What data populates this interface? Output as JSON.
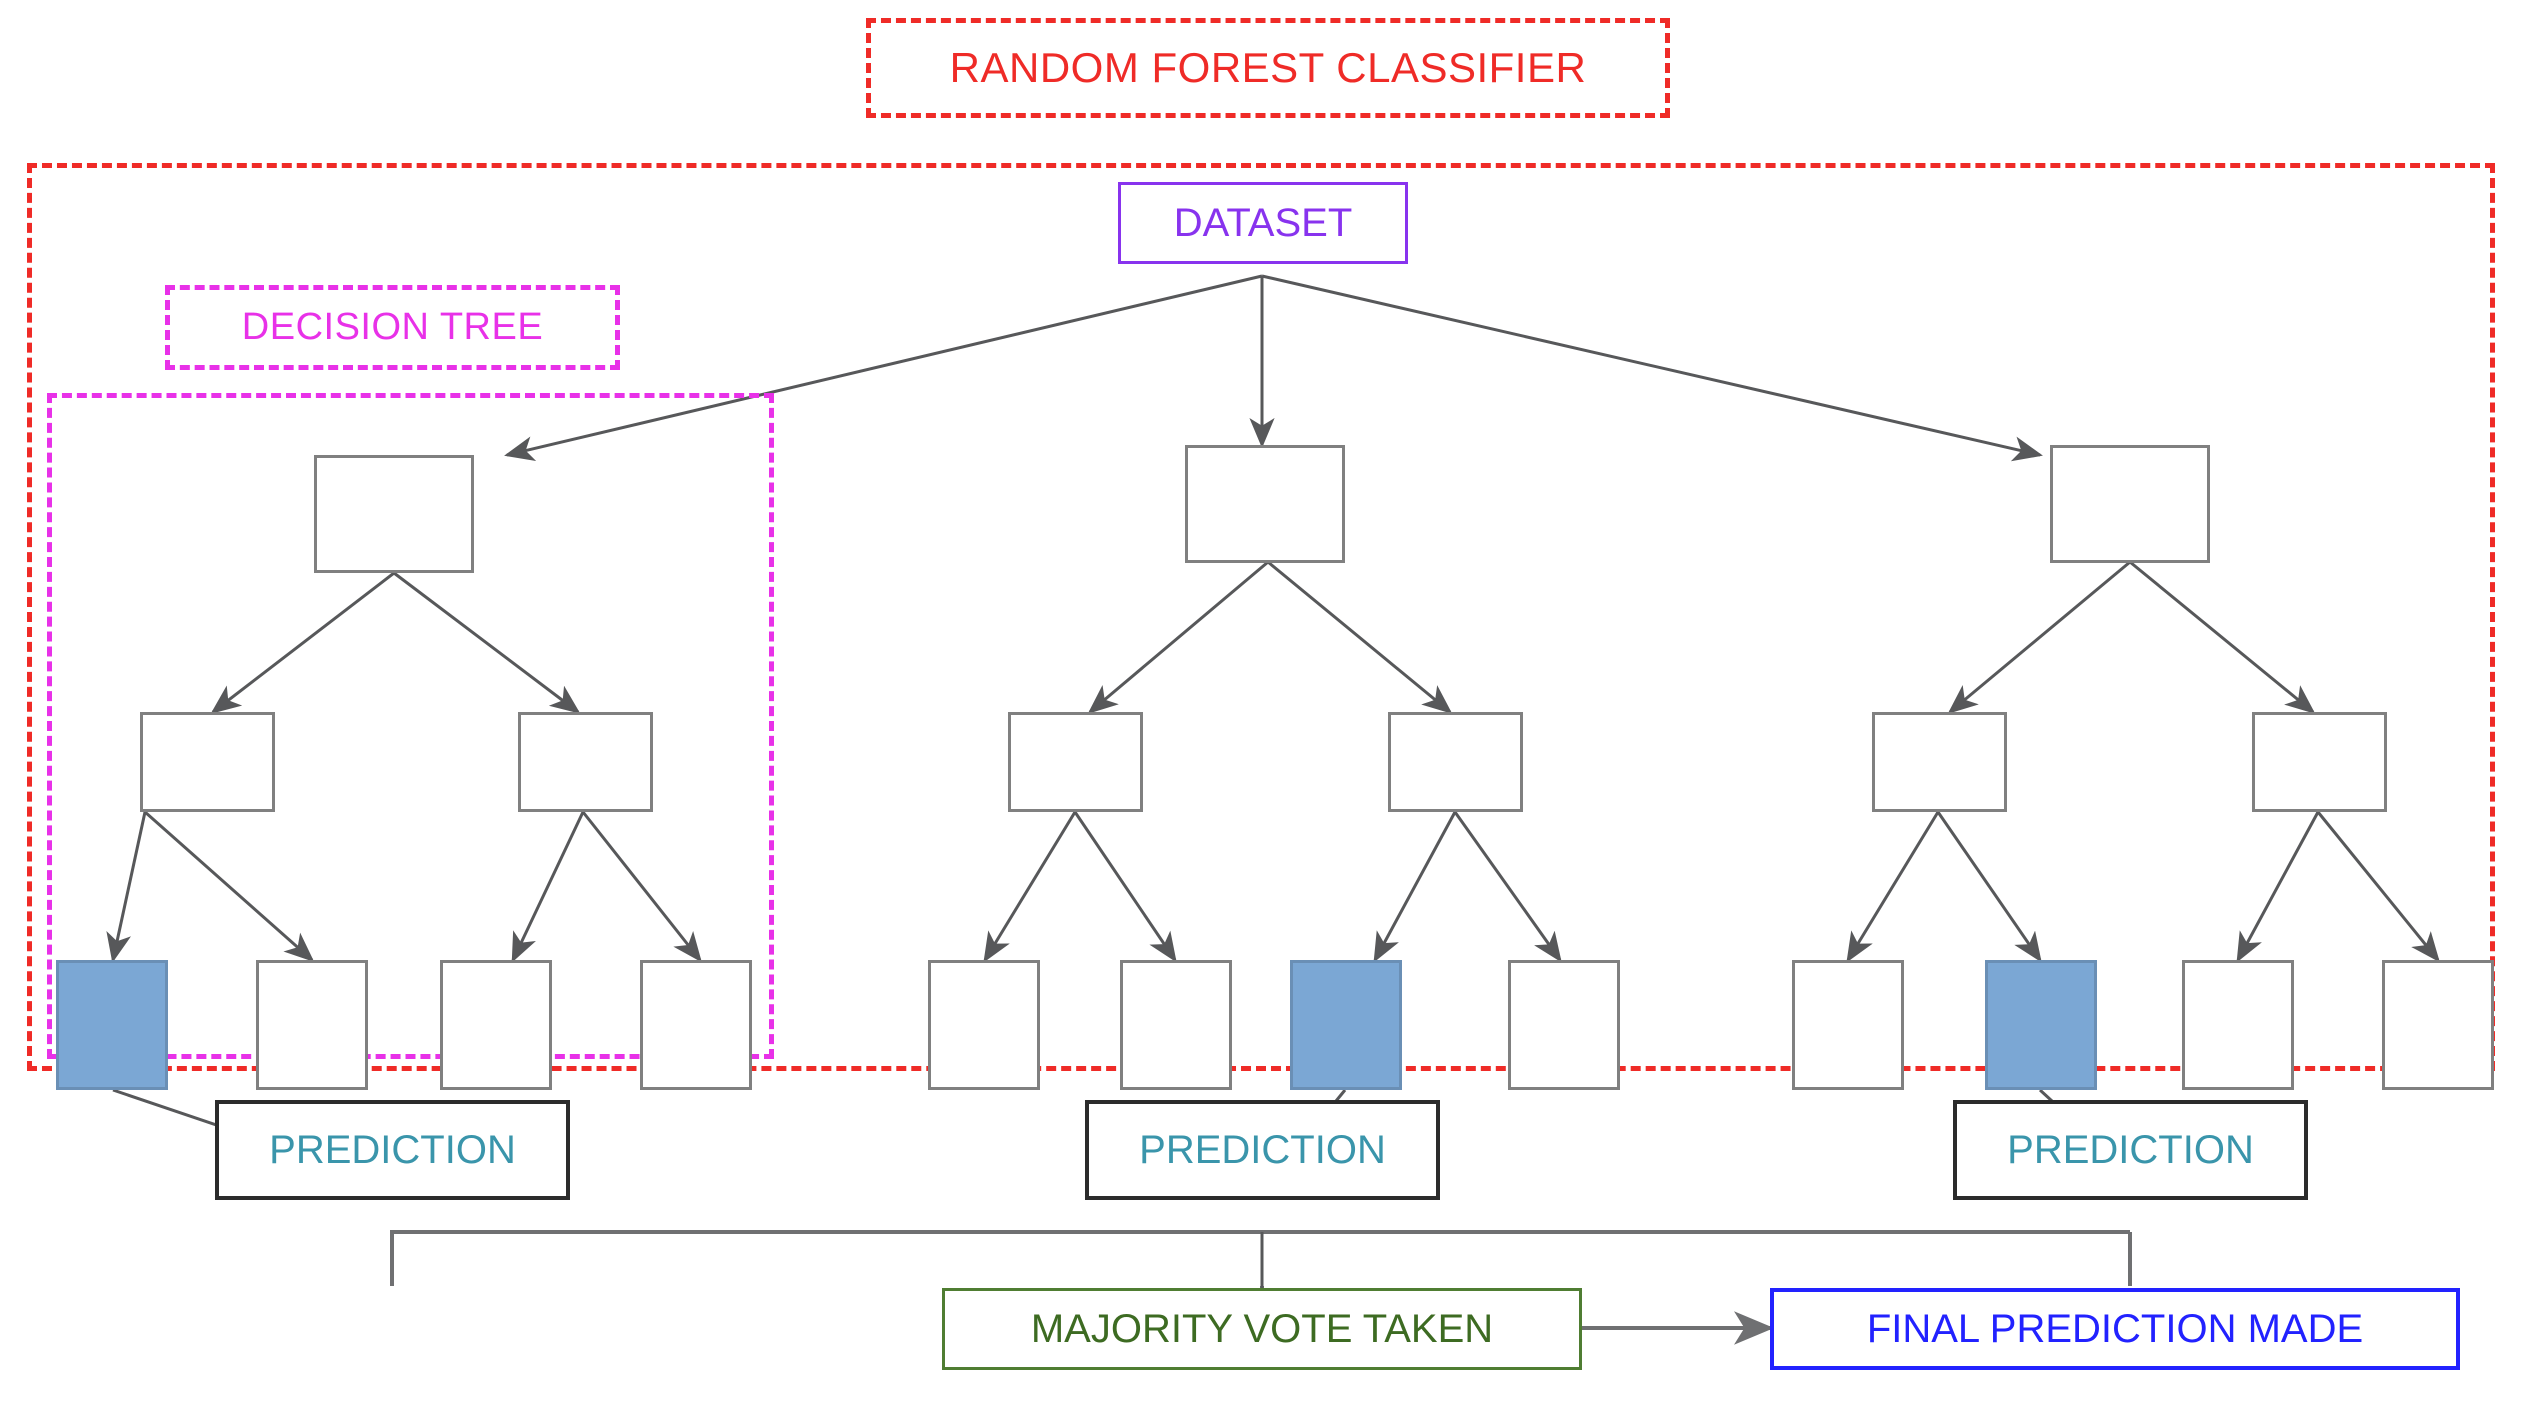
{
  "diagram": {
    "title": "RANDOM FOREST CLASSIFIER",
    "subtitle": "DECISION TREE",
    "dataset_label": "DATASET",
    "prediction_label": "PREDICTION",
    "majority_vote_label": "MAJORITY VOTE TAKEN",
    "final_prediction_label": "FINAL PREDICTION MADE"
  },
  "colors": {
    "title_red": "#ef2b27",
    "subtitle_magenta": "#e831e8",
    "dataset_purple": "#8833ee",
    "prediction_teal": "#3a95ab",
    "prediction_border": "#2b2b2b",
    "vote_green": "#3d6b22",
    "vote_border": "#4f7d32",
    "final_blue": "#2222ff",
    "node_border": "#808080",
    "node_highlight_fill": "#7ba7d4",
    "edge_gray": "#57585a",
    "background": "#ffffff"
  },
  "trees": [
    {
      "id": "tree-1",
      "name": "decision-tree-left",
      "leaf_highlight_index": 0,
      "levels": [
        1,
        2,
        4
      ]
    },
    {
      "id": "tree-2",
      "name": "decision-tree-middle",
      "leaf_highlight_index": 2,
      "levels": [
        1,
        2,
        4
      ]
    },
    {
      "id": "tree-3",
      "name": "decision-tree-right",
      "leaf_highlight_index": 1,
      "levels": [
        1,
        2,
        4
      ]
    }
  ],
  "predictions": [
    {
      "label": "PREDICTION"
    },
    {
      "label": "PREDICTION"
    },
    {
      "label": "PREDICTION"
    }
  ]
}
